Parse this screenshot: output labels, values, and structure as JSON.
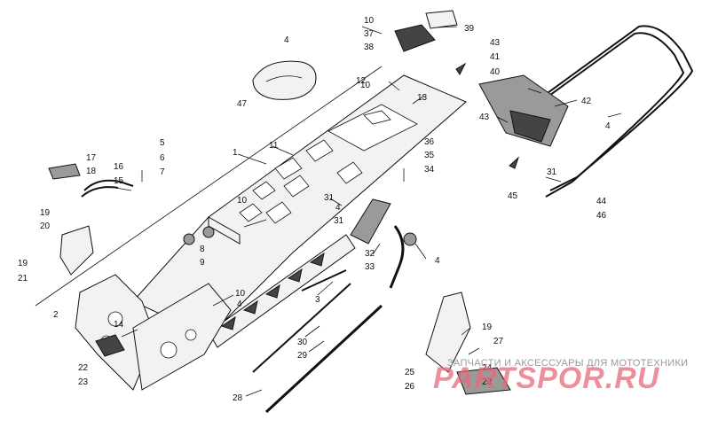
{
  "watermark": {
    "line1": "ЗАПЧАСТИ И АКСЕССУАРЫ ДЛЯ МОТОТЕХНИКИ",
    "line2": "PARTSPOR.RU"
  },
  "callouts": {
    "c1": "1",
    "c2": "2",
    "c3": "3",
    "c4a": "4",
    "c4b": "4",
    "c4c": "4",
    "c4d": "4",
    "c4e": "4",
    "c5": "5",
    "c6": "6",
    "c7": "7",
    "c8": "8",
    "c9": "9",
    "c10a": "10",
    "c10b": "10",
    "c10c": "10",
    "c10d": "10",
    "c11": "11",
    "c12": "12",
    "c13": "13",
    "c14": "14",
    "c15": "15",
    "c16": "16",
    "c17": "17",
    "c18": "18",
    "c19a": "19",
    "c19b": "19",
    "c19c": "19",
    "c20": "20",
    "c21": "21",
    "c22": "22",
    "c23a": "23",
    "c23b": "23",
    "c24": "24",
    "c25": "25",
    "c26": "26",
    "c27": "27",
    "c28": "28",
    "c29": "29",
    "c30": "30",
    "c31a": "31",
    "c31b": "31",
    "c31c": "31",
    "c32": "32",
    "c33": "33",
    "c34": "34",
    "c35": "35",
    "c36": "36",
    "c37": "37",
    "c38": "38",
    "c39": "39",
    "c40": "40",
    "c41": "41",
    "c42": "42",
    "c43a": "43",
    "c43b": "43",
    "c44": "44",
    "c45": "45",
    "c46": "46",
    "c47": "47"
  }
}
